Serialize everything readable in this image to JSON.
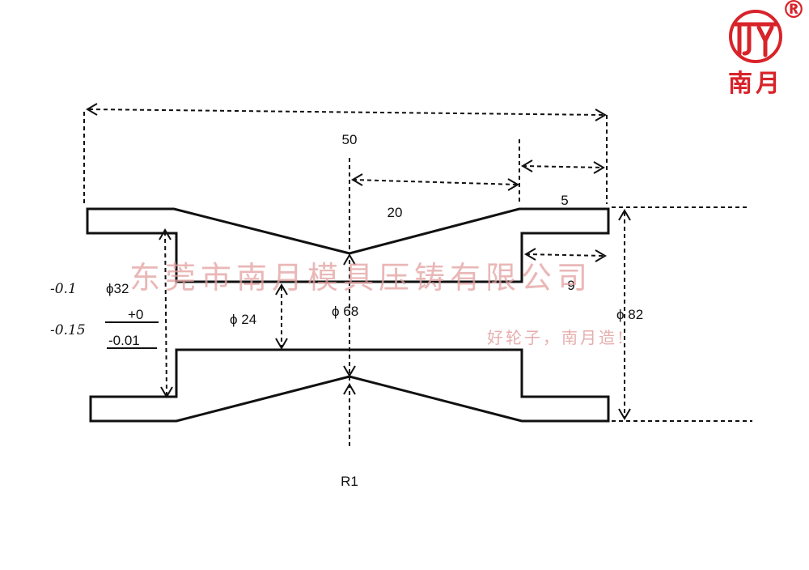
{
  "brand": {
    "name": "南月",
    "registered_mark": "®",
    "color": "#d8232a"
  },
  "watermark": {
    "company": "东莞市南月模具压铸有限公司",
    "slogan": "好轮子，南月造!",
    "color": "#e3a0a0"
  },
  "dimensions": {
    "overall_width": "50",
    "half_width": "20",
    "rim_width": "5",
    "hub_step": "9",
    "dia_bore": "ϕ 24",
    "dia_center": "ϕ 68",
    "dia_outer": "ϕ 82",
    "dia_seat": "ϕ32",
    "tol_upper": "+0",
    "tol_lower": "-0.01",
    "hand_note_1": "-0.1",
    "hand_note_2": "-0.15",
    "radius": "R1"
  }
}
